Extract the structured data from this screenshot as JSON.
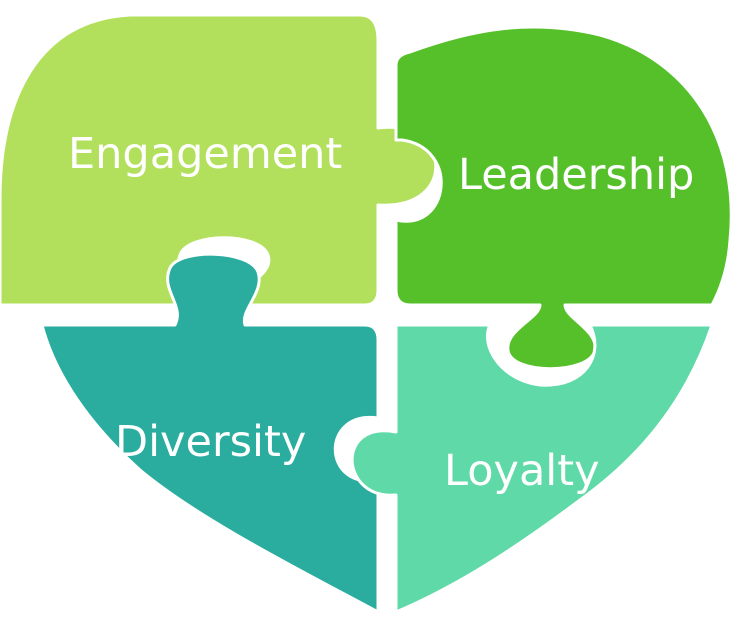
{
  "pieces": [
    {
      "id": "engagement",
      "label": "Engagement",
      "color": "#b2e05c"
    },
    {
      "id": "leadership",
      "label": "Leadership",
      "color": "#56c02b"
    },
    {
      "id": "diversity",
      "label": "Diversity",
      "color": "#2aad9f"
    },
    {
      "id": "loyalty",
      "label": "Loyalty",
      "color": "#5fd9a8"
    }
  ],
  "separator_color": "#ffffff"
}
